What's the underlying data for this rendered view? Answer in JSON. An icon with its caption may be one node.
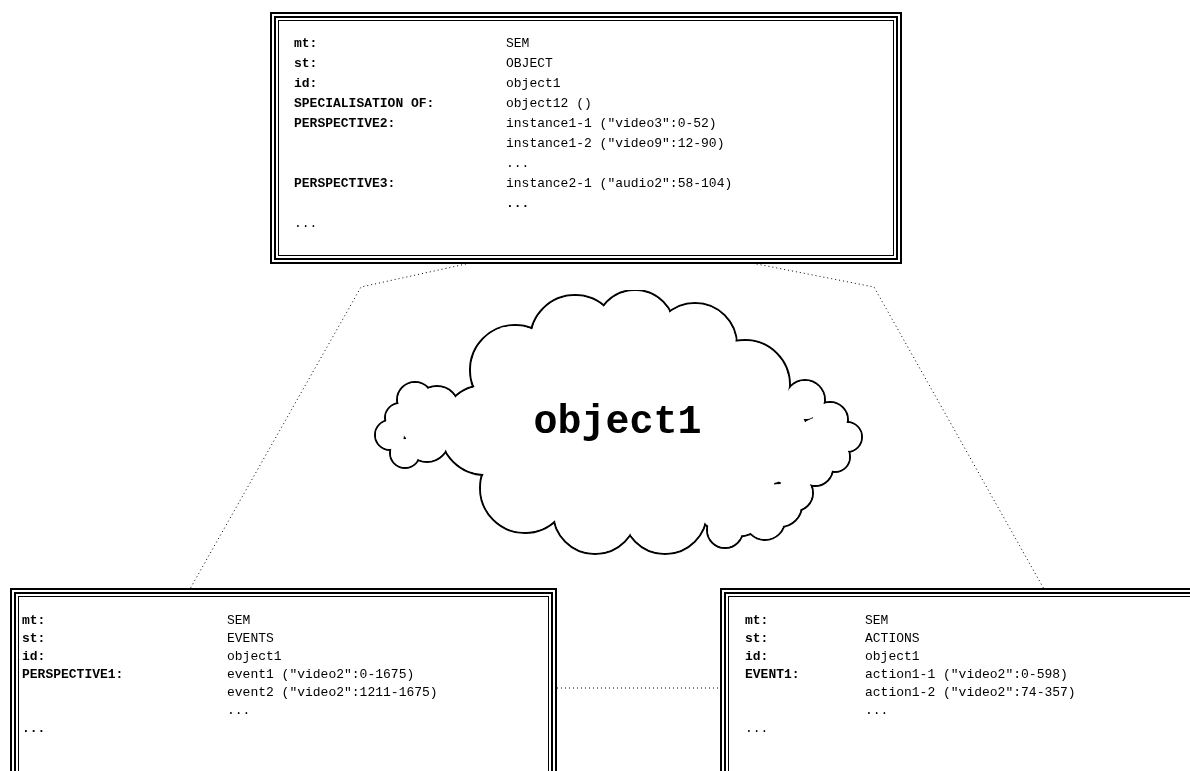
{
  "diagram": {
    "nodes": [
      {
        "text": [
          "mt:",
          "SEM",
          "st:",
          "OBJECT",
          "id:",
          "object1",
          "SPECIALISATION OF:",
          "object12 ()",
          "PERSPECTIVE2:",
          "instance1-1 (\"video3\":0-52)",
          "instance1-2 (\"video9\":12-90)",
          "...",
          "PERSPECTIVE3:",
          "instance2-1 (\"audio2\":58-104)",
          "...",
          "..."
        ]
      },
      {
        "text": [
          "object1"
        ]
      },
      {
        "text": [
          "mt:",
          "SEM",
          "st:",
          "EVENTS",
          "id:",
          "object1",
          "PERSPECTIVE1:",
          "event1 (\"video2\":0-1675)",
          "event2 (\"video2\":1211-1675)",
          "...",
          "..."
        ]
      },
      {
        "text": [
          "mt:",
          "SEM",
          "st:",
          "ACTIONS",
          "id:",
          "object1",
          "EVENT1:",
          "action1-1 (\"video2\":0-598)",
          "action1-2 (\"video2\":74-357)",
          "...",
          "..."
        ]
      }
    ],
    "edges": [
      {
        "from": 0,
        "to": 2,
        "arrow": "none",
        "style": "dashed"
      },
      {
        "from": 0,
        "to": 3,
        "arrow": "none",
        "style": "dashed"
      },
      {
        "from": 2,
        "to": 3,
        "arrow": "none",
        "style": "dashed"
      }
    ]
  }
}
